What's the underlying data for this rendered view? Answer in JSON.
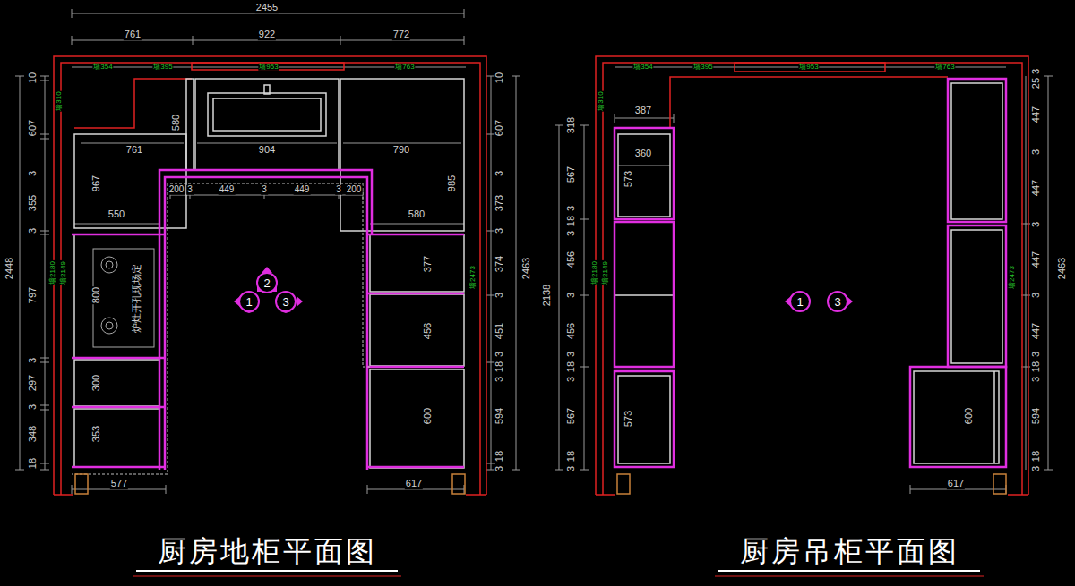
{
  "diagram": {
    "nodes": [
      {
        "text": [
          "1"
        ]
      },
      {
        "text": [
          "2"
        ]
      },
      {
        "text": [
          "3"
        ]
      },
      {
        "text": [
          "1"
        ]
      },
      {
        "text": [
          "3"
        ]
      }
    ],
    "labels": [
      "2455",
      "761",
      "922",
      "772",
      "墙354",
      "墙395",
      "墙953",
      "墙763",
      "2448",
      "10",
      "607",
      "3",
      "355",
      "3",
      "797",
      "3",
      "297",
      "3",
      "348",
      "18",
      "墙310",
      "墙2180",
      "墙2149",
      "10",
      "607",
      "3",
      "373",
      "3",
      "374",
      "3",
      "451",
      "3",
      "18",
      "3",
      "594",
      "18",
      "3",
      "2463",
      "墙2473",
      "580",
      "761",
      "904",
      "790",
      "967",
      "985",
      "550",
      "580",
      "200",
      "3",
      "449",
      "3",
      "449",
      "3",
      "200",
      "377",
      "456",
      "600",
      "800",
      "炉灶开孔现场定",
      "300",
      "353",
      "577",
      "617",
      "厨房地柜平面图",
      "墙354",
      "墙395",
      "墙953",
      "墙763",
      "墙310",
      "墙2180",
      "墙2149",
      "2138",
      "318",
      "567",
      "3",
      "18",
      "3",
      "456",
      "3",
      "456",
      "3",
      "18",
      "3",
      "567",
      "18",
      "3",
      "3",
      "25",
      "447",
      "3",
      "447",
      "3",
      "447",
      "3",
      "447",
      "3",
      "18",
      "3",
      "594",
      "18",
      "3",
      "2463",
      "墙2473",
      "387",
      "360",
      "573",
      "573",
      "600",
      "617",
      "厨房吊柜平面图"
    ]
  }
}
